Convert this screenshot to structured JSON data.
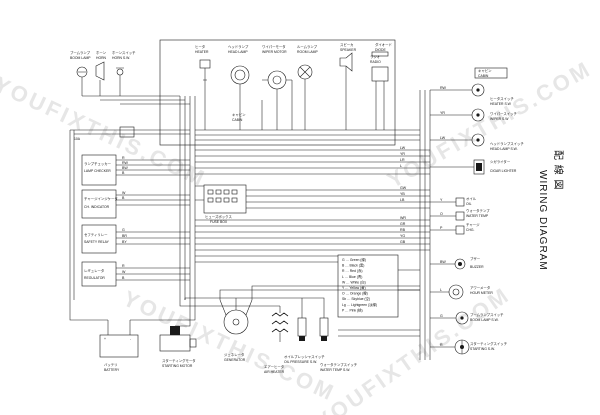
{
  "watermark": "YOUFIXTHIS.COM",
  "title": {
    "jp": "配 線 図",
    "en": "WIRING DIAGRAM"
  },
  "top_components": [
    {
      "jp": "ブームランプ",
      "en": "BOOM LAMP"
    },
    {
      "jp": "ホーン",
      "en": "HORN"
    },
    {
      "jp": "ホーンスイッチ",
      "en": "HORN S.W."
    },
    {
      "jp": "ヒータ",
      "en": "HEATER"
    },
    {
      "jp": "ヘッドランプ",
      "en": "HEAD LAMP"
    },
    {
      "jp": "ワイパーモータ",
      "en": "WIPER MOTOR"
    },
    {
      "jp": "ルームランプ",
      "en": "ROOM LAMP"
    },
    {
      "jp": "スピーカ",
      "en": "SPEAKER"
    },
    {
      "jp": "ラジオ",
      "en": "RADIO"
    },
    {
      "jp": "ダイオード",
      "en": "DIODE"
    }
  ],
  "cabin_label": {
    "jp": "キャビン",
    "en": "CABIN"
  },
  "cabin_label_right": {
    "jp": "キャビン",
    "en": "CABIN"
  },
  "left_components": [
    {
      "jp": "ランプチェッカー",
      "en": "LAMP CHECKER"
    },
    {
      "jp": "チャージインジケータ",
      "en": "CH. INDICATOR"
    },
    {
      "jp": "セフティリレー",
      "en": "SAFETY RELAY"
    },
    {
      "jp": "レギュレータ",
      "en": "REGULATOR"
    }
  ],
  "center": {
    "jp": "ヒューズボックス",
    "en": "FUSE BOX"
  },
  "bottom_components": [
    {
      "jp": "バッテリ",
      "en": "BATTERY"
    },
    {
      "jp": "スターティングモータ",
      "en": "STARTING MOTOR"
    },
    {
      "jp": "ジェネレータ",
      "en": "GENERATOR"
    },
    {
      "jp": "エアーヒータ",
      "en": "AIR HEATER"
    },
    {
      "jp": "オイルプレッシャスイッチ",
      "en": "OIL PRESSURE S.W."
    },
    {
      "jp": "ウォータテンプスイッチ",
      "en": "WATER TEMP S.W."
    }
  ],
  "right_components": [
    {
      "jp": "ヒータスイッチ",
      "en": "HEATER S.W"
    },
    {
      "jp": "ワイパースイッチ",
      "en": "WIPER S.W"
    },
    {
      "jp": "ヘッドランプスイッチ",
      "en": "HEAD LAMP S.W."
    },
    {
      "jp": "シガライター",
      "en": "CIGAR LIGHTER"
    },
    {
      "jp": "オイル",
      "en": "OIL"
    },
    {
      "jp": "ウォータテンプ",
      "en": "WATER TEMP"
    },
    {
      "jp": "チャージ",
      "en": "CHG."
    },
    {
      "jp": "ブザー",
      "en": "BUZZER"
    },
    {
      "jp": "アワーメータ",
      "en": "HOUR METER"
    },
    {
      "jp": "ブームランプスイッチ",
      "en": "BOOM LAMP S.W."
    },
    {
      "jp": "スターティングスイッチ",
      "en": "STARTING S.W."
    }
  ],
  "legend": [
    {
      "code": "G",
      "name": "Green",
      "jp": "緑"
    },
    {
      "code": "B",
      "name": "Black",
      "jp": "黒"
    },
    {
      "code": "R",
      "name": "Red",
      "jp": "赤"
    },
    {
      "code": "L",
      "name": "Blue",
      "jp": "青"
    },
    {
      "code": "W",
      "name": "White",
      "jp": "白"
    },
    {
      "code": "Y",
      "name": "Yellow",
      "jp": "黄"
    },
    {
      "code": "O",
      "name": "Orange",
      "jp": "橙"
    },
    {
      "code": "Sb",
      "name": "Skyblue",
      "jp": "空"
    },
    {
      "code": "Lg",
      "name": "Lightgreen",
      "jp": "淡緑"
    },
    {
      "code": "P",
      "name": "Pink",
      "jp": "桃"
    }
  ],
  "wire_codes": [
    "R",
    "B",
    "L",
    "W",
    "G",
    "BW",
    "RW",
    "GW",
    "YB",
    "LB",
    "LW",
    "YR",
    "LR",
    "BR",
    "WR",
    "GR",
    "BY",
    "RB",
    "YG",
    "GB",
    "Y",
    "O",
    "P"
  ],
  "small_labels": [
    "10A",
    "MAX",
    "+",
    "-"
  ]
}
